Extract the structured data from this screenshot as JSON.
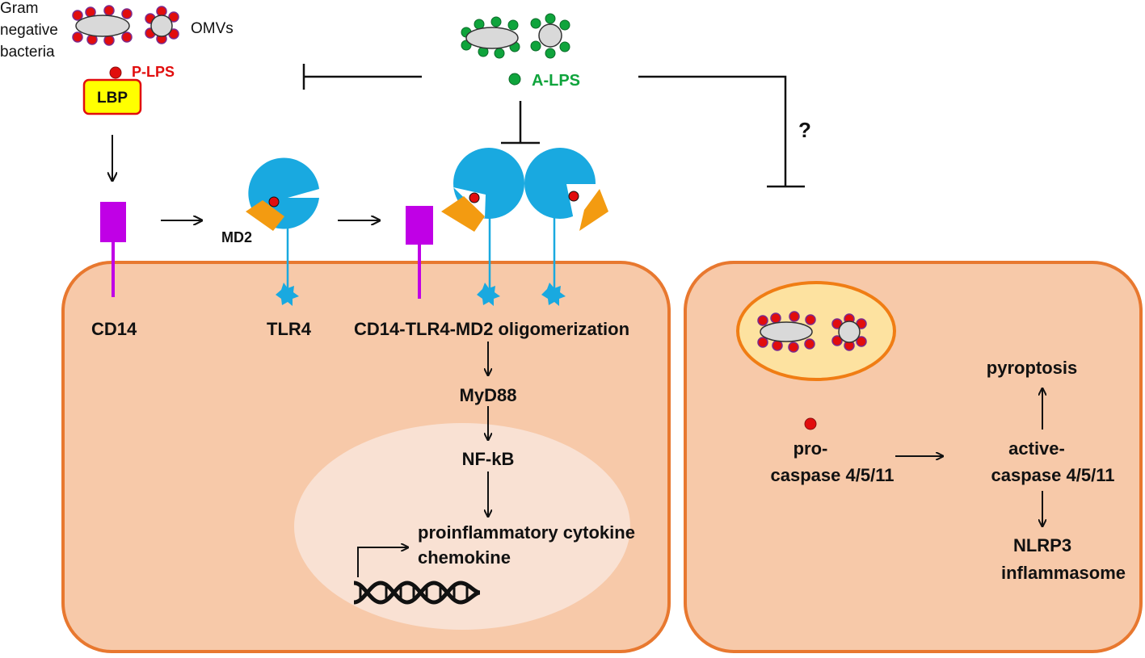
{
  "colors": {
    "cell_fill": "#f7c9a9",
    "cell_border": "#e8782f",
    "nucleus": "#f9e1d3",
    "vacuole_fill": "#fde2a0",
    "vacuole_border": "#f07d14",
    "receptor_blue": "#19a9e0",
    "md2_orange": "#f39b11",
    "cd14_magenta": "#c000e6",
    "lps_red": "#e10d0d",
    "alps_green": "#0fa43c",
    "lbp_yellow": "#ffff00"
  },
  "labels": {
    "gram_negative": [
      "Gram",
      "negative",
      "bacteria"
    ],
    "omvs": "OMVs",
    "p_lps": "P-LPS",
    "lbp": "LBP",
    "a_lps": "A-LPS",
    "question": "?",
    "md2": "MD2",
    "cd14": "CD14",
    "tlr4": "TLR4",
    "complex": "CD14-TLR4-MD2 oligomerization",
    "myd88": "MyD88",
    "nfkb": "NF-kB",
    "cytokine_line1": "proinflammatory cytokine",
    "cytokine_line2": "chemokine",
    "pro_caspase_line1": "pro-",
    "pro_caspase_line2": "caspase 4/5/11",
    "active_caspase_line1": "active-",
    "active_caspase_line2": "caspase 4/5/11",
    "pyroptosis": "pyroptosis",
    "nlrp3_line1": "NLRP3",
    "nlrp3_line2": "inflammasome"
  },
  "icons": [
    "red-lps-dot",
    "green-lps-dot",
    "bacterium",
    "omv-vesicle",
    "tlr4-receptor",
    "cd14-receptor",
    "dna-helix",
    "inhibition-bar",
    "arrow"
  ]
}
